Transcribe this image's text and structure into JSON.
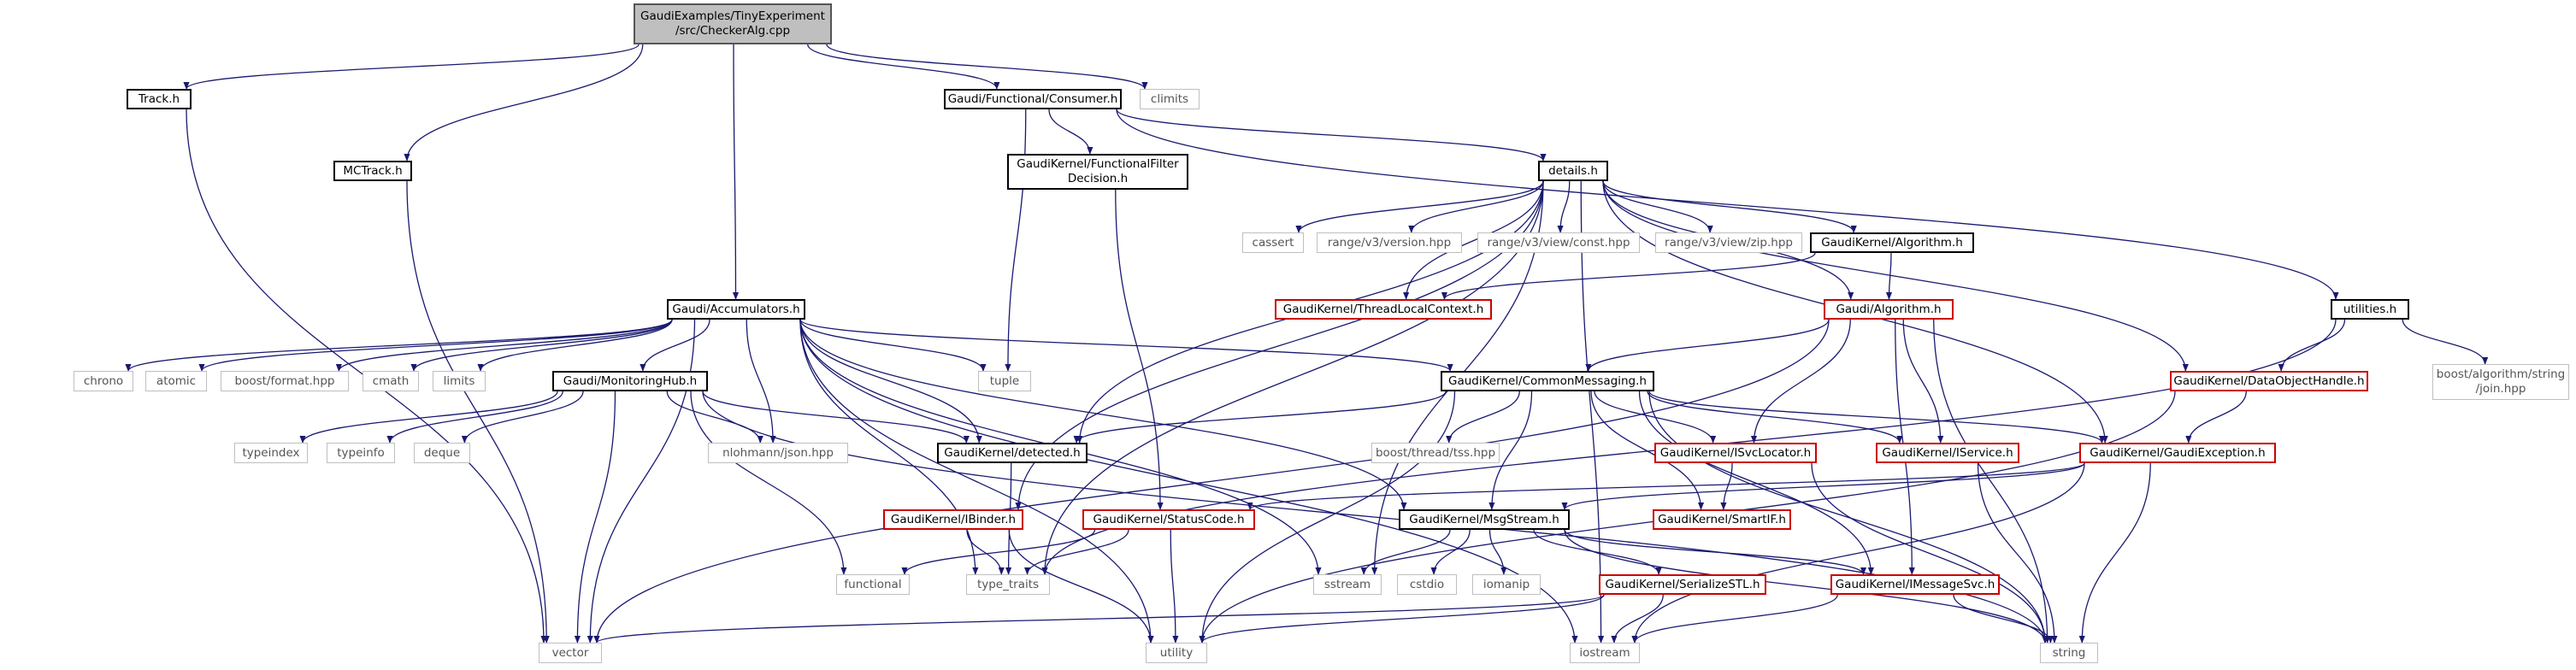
{
  "graph": {
    "edge_color": "#191970",
    "nodes": {
      "root": "GaudiExamples/TinyExperiment\n/src/CheckerAlg.cpp",
      "track": "Track.h",
      "mctrack": "MCTrack.h",
      "accumulators": "Gaudi/Accumulators.h",
      "consumer": "Gaudi/Functional/Consumer.h",
      "climits": "climits",
      "ffdecision": "GaudiKernel/FunctionalFilter\nDecision.h",
      "details": "details.h",
      "utilities": "utilities.h",
      "cassert": "cassert",
      "rv3version": "range/v3/version.hpp",
      "rv3const": "range/v3/view/const.hpp",
      "rv3zip": "range/v3/view/zip.hpp",
      "gk_algorithm": "GaudiKernel/Algorithm.h",
      "threadlocal": "GaudiKernel/ThreadLocalContext.h",
      "g_algorithm": "Gaudi/Algorithm.h",
      "dataobjhandle": "GaudiKernel/DataObjectHandle.h",
      "boostjoin": "boost/algorithm/string\n/join.hpp",
      "chrono": "chrono",
      "atomic": "atomic",
      "boostformat": "boost/format.hpp",
      "cmath": "cmath",
      "limits": "limits",
      "monitoringhub": "Gaudi/MonitoringHub.h",
      "tuple": "tuple",
      "commonmessaging": "GaudiKernel/CommonMessaging.h",
      "typeindex": "typeindex",
      "typeinfo": "typeinfo",
      "deque": "deque",
      "json": "nlohmann/json.hpp",
      "detected": "GaudiKernel/detected.h",
      "boosttss": "boost/thread/tss.hpp",
      "isvclocator": "GaudiKernel/ISvcLocator.h",
      "iservice": "GaudiKernel/IService.h",
      "gaudiexception": "GaudiKernel/GaudiException.h",
      "ibinder": "GaudiKernel/IBinder.h",
      "statuscode": "GaudiKernel/StatusCode.h",
      "msgstream": "GaudiKernel/MsgStream.h",
      "smartif": "GaudiKernel/SmartIF.h",
      "functional": "functional",
      "type_traits": "type_traits",
      "sstream": "sstream",
      "cstdio": "cstdio",
      "iomanip": "iomanip",
      "serializestl": "GaudiKernel/SerializeSTL.h",
      "imessagesvc": "GaudiKernel/IMessageSvc.h",
      "vector": "vector",
      "utility": "utility",
      "iostream": "iostream",
      "string": "string"
    }
  }
}
